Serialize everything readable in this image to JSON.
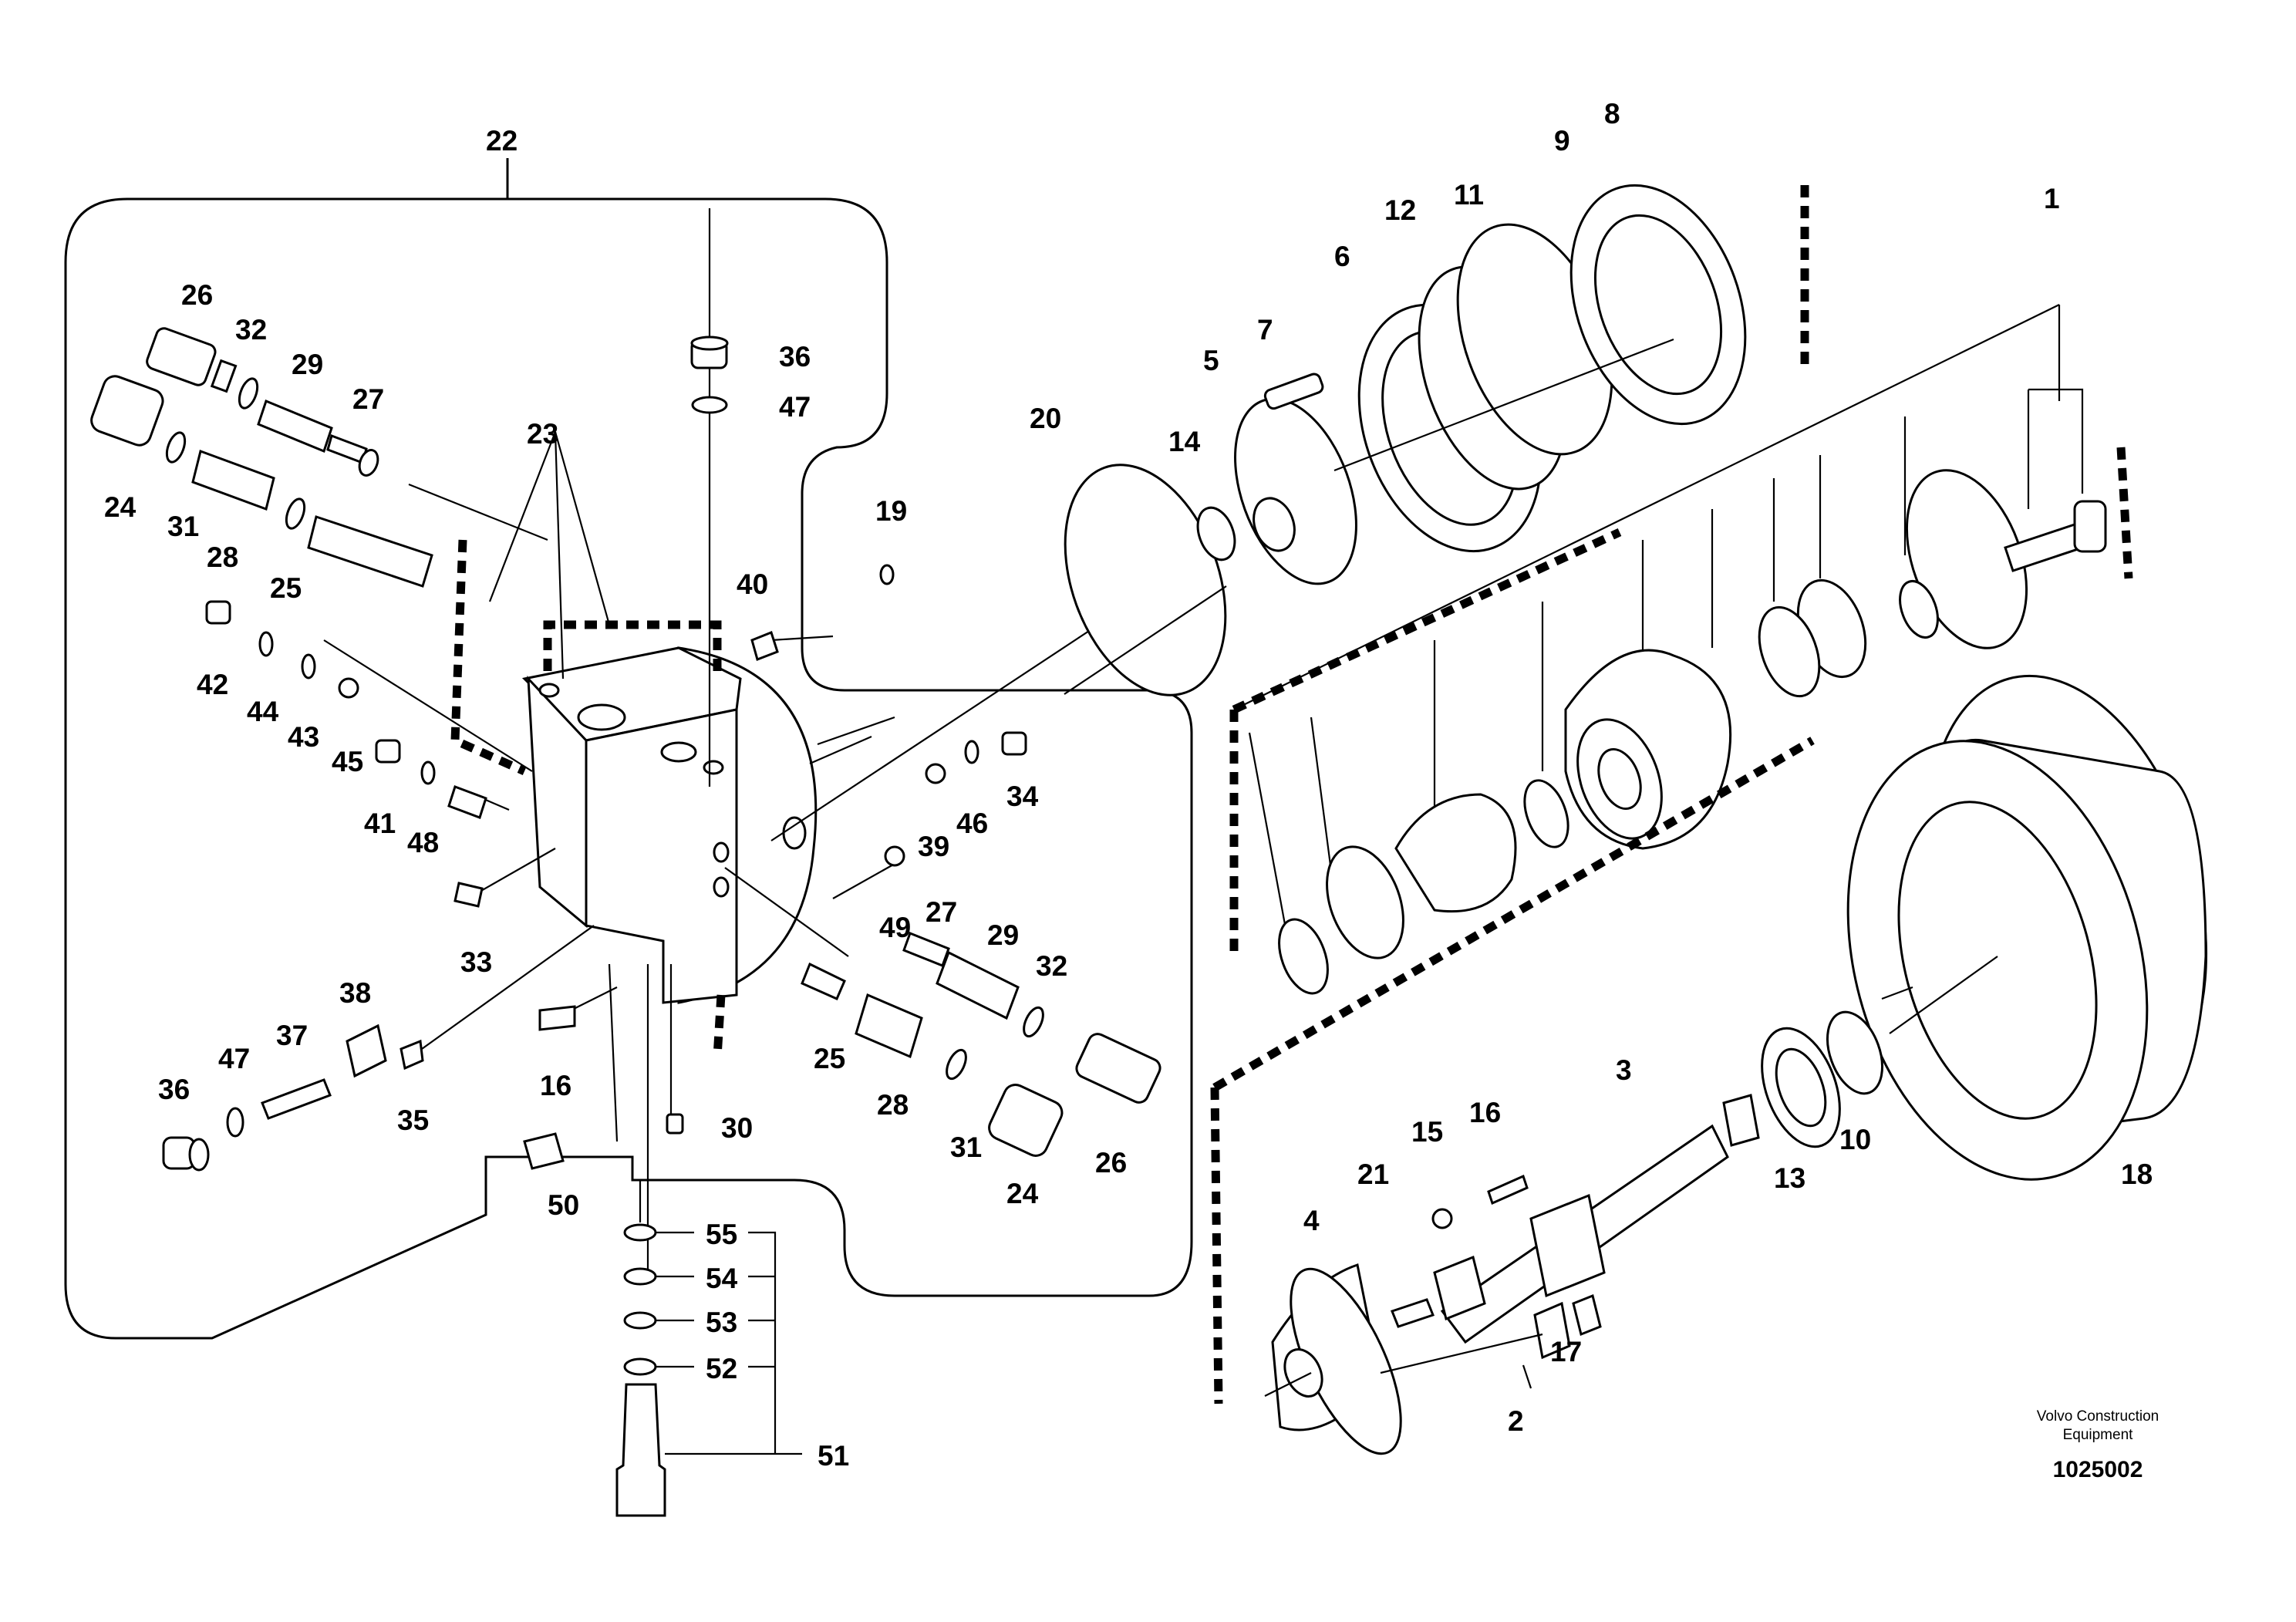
{
  "callouts": {
    "p1": "1",
    "p2": "2",
    "p3": "3",
    "p4": "4",
    "p5": "5",
    "p6": "6",
    "p7": "7",
    "p8": "8",
    "p9": "9",
    "p10": "10",
    "p11": "11",
    "p12": "12",
    "p13": "13",
    "p14": "14",
    "p15": "15",
    "p16a": "16",
    "p16b": "16",
    "p17": "17",
    "p18": "18",
    "p19": "19",
    "p20": "20",
    "p21": "21",
    "p22": "22",
    "p23": "23",
    "p24a": "24",
    "p24b": "24",
    "p25a": "25",
    "p25b": "25",
    "p26a": "26",
    "p26b": "26",
    "p27a": "27",
    "p27b": "27",
    "p28a": "28",
    "p28b": "28",
    "p29a": "29",
    "p29b": "29",
    "p30": "30",
    "p31a": "31",
    "p31b": "31",
    "p32a": "32",
    "p32b": "32",
    "p33": "33",
    "p34": "34",
    "p35": "35",
    "p36a": "36",
    "p36b": "36",
    "p37": "37",
    "p38": "38",
    "p39": "39",
    "p40": "40",
    "p41": "41",
    "p42": "42",
    "p43": "43",
    "p44": "44",
    "p45": "45",
    "p46": "46",
    "p47a": "47",
    "p47b": "47",
    "p48": "48",
    "p49": "49",
    "p50": "50",
    "p51": "51",
    "p52": "52",
    "p53": "53",
    "p54": "54",
    "p55": "55"
  },
  "footer": {
    "brand_line1": "Volvo Construction",
    "brand_line2": "Equipment",
    "drawing_number": "1025002"
  }
}
